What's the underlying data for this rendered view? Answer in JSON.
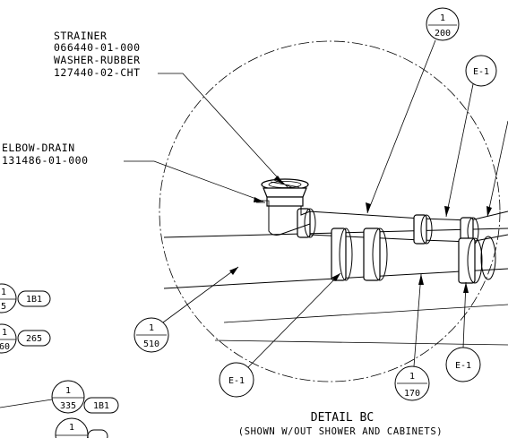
{
  "labels": {
    "strainer": [
      "STRAINER",
      "066440-01-000",
      "WASHER-RUBBER",
      "127440-02-CHT"
    ],
    "elbow": [
      "ELBOW-DRAIN",
      "131486-01-000"
    ]
  },
  "bubbles": {
    "b200": {
      "num": "1",
      "den": "200"
    },
    "e1_top": "E-1",
    "b510": {
      "num": "1",
      "den": "510"
    },
    "e1_bottom_left": "E-1",
    "b170": {
      "num": "1",
      "den": "170"
    },
    "e1_right": "E-1",
    "left_a": {
      "num": "1",
      "den": "5",
      "tag": "1B1"
    },
    "left_b": {
      "num": "1",
      "den": "60",
      "tag": "265"
    },
    "left_c": {
      "num": "1",
      "den": "335",
      "tag": "1B1"
    },
    "left_d": {
      "num": "1"
    }
  },
  "title": {
    "main": "DETAIL BC",
    "subtitle": "(SHOWN W/OUT SHOWER AND CABINETS)"
  }
}
